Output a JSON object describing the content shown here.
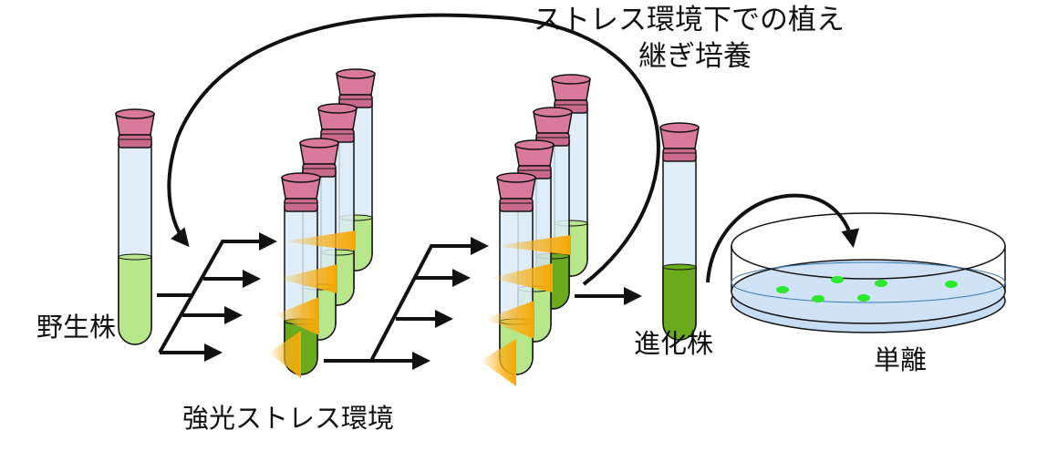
{
  "labels": {
    "title_line1": "ストレス環境下での植え",
    "title_line2": "継ぎ培養",
    "wild_strain": "野生株",
    "stress_env": "強光ストレス環境",
    "evolved_strain": "進化株",
    "isolation": "単離"
  },
  "colors": {
    "cap": "#d97a9c",
    "cap_dark": "#c96a8c",
    "tube_glass": "#dcebf7",
    "culture_light": "#b8e68a",
    "culture_dark": "#6aaa1c",
    "light_beam": "#f7b21e",
    "dish_agar": "#c6dcf3",
    "colony": "#2ee82e",
    "outline": "#111111"
  },
  "tube_groups": [
    {
      "name": "first-round",
      "tubes": [
        {
          "culture": "light"
        },
        {
          "culture": "light"
        },
        {
          "culture": "light"
        },
        {
          "culture": "dark"
        }
      ]
    },
    {
      "name": "second-round",
      "tubes": [
        {
          "culture": "light"
        },
        {
          "culture": "dark"
        },
        {
          "culture": "light"
        },
        {
          "culture": "light"
        }
      ]
    }
  ],
  "colony_count": 6
}
